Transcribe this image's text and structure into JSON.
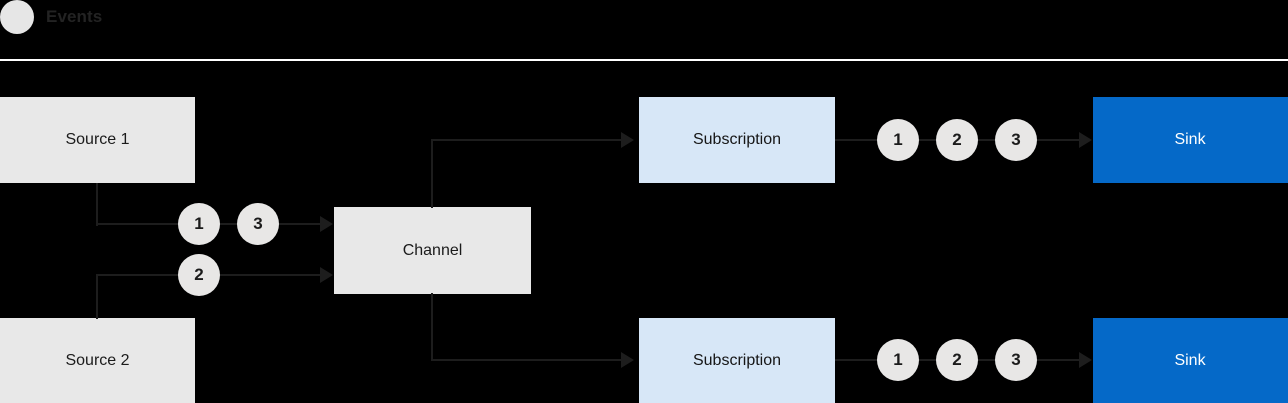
{
  "legend": {
    "marker_icon": "event-circle-icon",
    "label": "Events",
    "marker_color": "#e6e6e6"
  },
  "colors": {
    "background": "#000000",
    "divider": "#ffffff",
    "source_box": "#e8e8e8",
    "channel_box": "#e8e8e8",
    "subscription_box": "#d7e7f7",
    "sink_box": "#0569c8",
    "connector": "#1d1d1d",
    "event_token": "#e8e7e6"
  },
  "diagram": {
    "nodes": {
      "source_1": {
        "label": "Source 1"
      },
      "source_2": {
        "label": "Source 2"
      },
      "channel": {
        "label": "Channel"
      },
      "subscription_top": {
        "label": "Subscription"
      },
      "subscription_bottom": {
        "label": "Subscription"
      },
      "sink_top": {
        "label": "Sink"
      },
      "sink_bottom": {
        "label": "Sink"
      }
    },
    "event_tokens": {
      "source1_to_channel": [
        "1",
        "3"
      ],
      "source2_to_channel": [
        "2"
      ],
      "subscription_top_to_sink": [
        "1",
        "2",
        "3"
      ],
      "subscription_bottom_to_sink": [
        "1",
        "2",
        "3"
      ]
    }
  }
}
